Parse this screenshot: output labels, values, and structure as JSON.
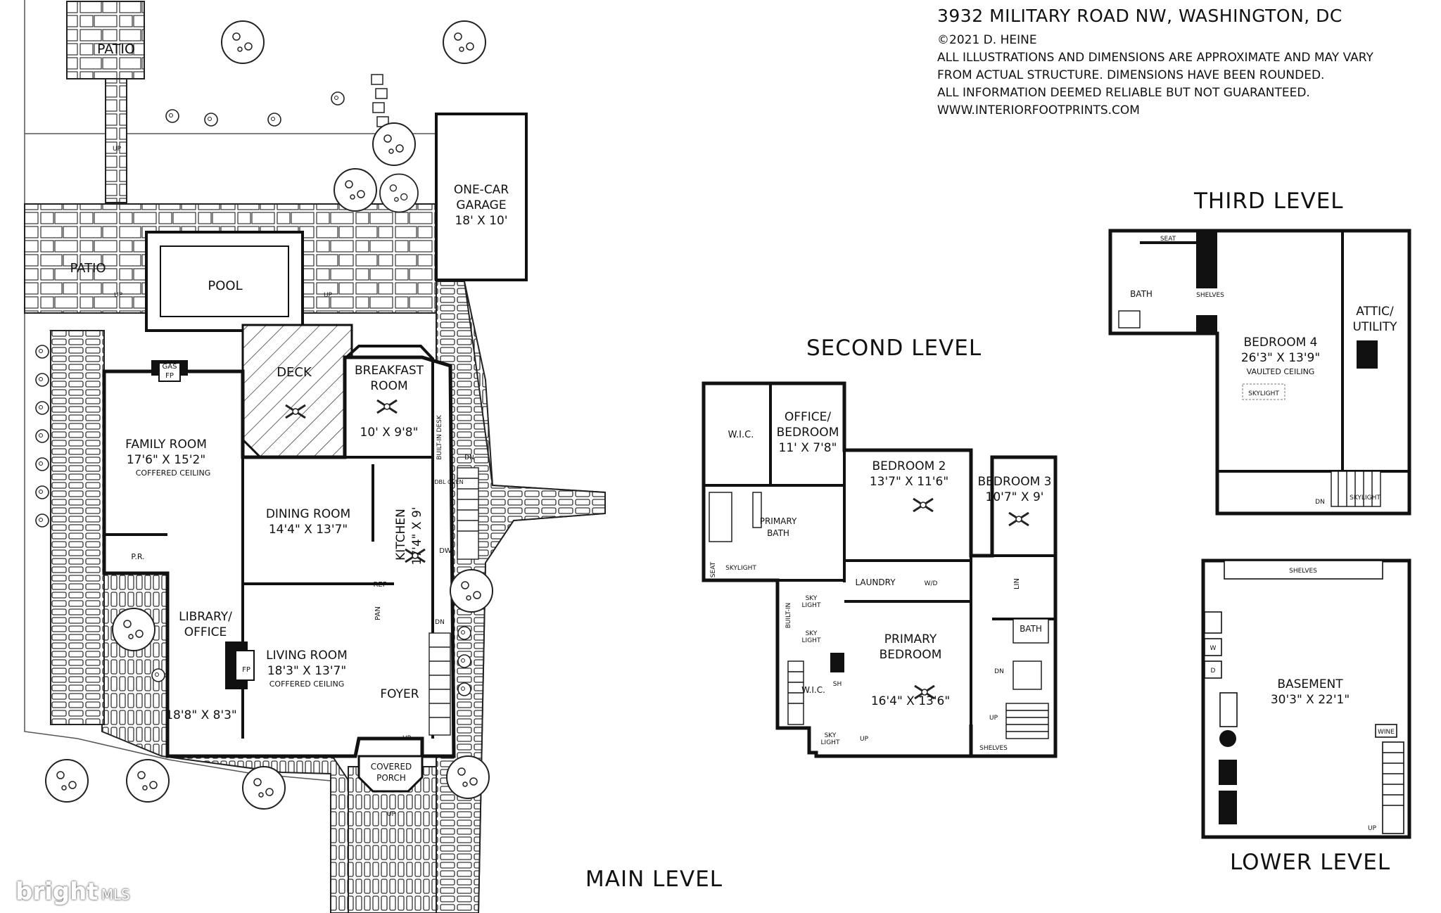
{
  "header": {
    "address": "3932 MILITARY ROAD NW, WASHINGTON, DC",
    "copyright": "©2021 D. HEINE",
    "disclaimer_1": "ALL ILLUSTRATIONS AND DIMENSIONS ARE APPROXIMATE AND MAY VARY",
    "disclaimer_2": "FROM ACTUAL STRUCTURE. DIMENSIONS HAVE BEEN ROUNDED.",
    "disclaimer_3": "ALL INFORMATION DEEMED RELIABLE BUT NOT GUARANTEED.",
    "website": "WWW.INTERIORFOOTPRINTS.COM"
  },
  "levels": {
    "main": "MAIN LEVEL",
    "second": "SECOND LEVEL",
    "third": "THIRD LEVEL",
    "lower": "LOWER LEVEL"
  },
  "main_level": {
    "patio_top": "PATIO",
    "patio_left": "PATIO",
    "pool": "POOL",
    "garage_1": "ONE-CAR",
    "garage_2": "GARAGE",
    "garage_dim": "18' X 10'",
    "deck": "DECK",
    "breakfast_1": "BREAKFAST",
    "breakfast_2": "ROOM",
    "breakfast_dim": "10' X 9'8\"",
    "gas": "GAS",
    "fp": "FP",
    "family": "FAMILY ROOM",
    "family_dim": "17'6\" X 15'2\"",
    "family_note": "COFFERED CEILING",
    "dining": "DINING ROOM",
    "dining_dim": "14'4\" X 13'7\"",
    "kitchen": "KITCHEN",
    "kitchen_dim": "17'4\" X 9'",
    "builtin_desk": "BUILT-IN DESK",
    "dbl_oven": "DBL OVEN",
    "dw": "DW",
    "ref": "REF",
    "pan": "PAN",
    "pr": "P.R.",
    "library_1": "LIBRARY/",
    "library_2": "OFFICE",
    "library_dim": "18'8\" X 8'3\"",
    "living": "LIVING ROOM",
    "living_dim": "18'3\" X 13'7\"",
    "living_note": "COFFERED CEILING",
    "living_fp": "FP",
    "foyer": "FOYER",
    "porch_1": "COVERED",
    "porch_2": "PORCH",
    "up": "UP",
    "dn": "DN"
  },
  "second_level": {
    "wic": "W.I.C.",
    "office_1": "OFFICE/",
    "office_2": "BEDROOM",
    "office_dim": "11' X 7'8\"",
    "bed2": "BEDROOM 2",
    "bed2_dim": "13'7\" X 11'6\"",
    "bed3": "BEDROOM 3",
    "bed3_dim": "10'7\" X 9'",
    "primary_bath_1": "PRIMARY",
    "primary_bath_2": "BATH",
    "seat": "SEAT",
    "skylight": "SKYLIGHT",
    "laundry": "LAUNDRY",
    "wd": "W/D",
    "lin": "LIN",
    "bath": "BATH",
    "builtin": "BUILT-IN",
    "sky": "SKY",
    "light": "LIGHT",
    "wic2": "W.I.C.",
    "sh": "SH",
    "primary_bed_1": "PRIMARY",
    "primary_bed_2": "BEDROOM",
    "primary_bed_dim": "16'4\" X 13'6\"",
    "dn": "DN",
    "up": "UP",
    "shelves": "SHELVES"
  },
  "third_level": {
    "seat": "SEAT",
    "bath": "BATH",
    "shelves": "SHELVES",
    "bed4": "BEDROOM 4",
    "bed4_dim": "26'3\" X 13'9\"",
    "bed4_note": "VAULTED CEILING",
    "skylight": "SKYLIGHT",
    "attic_1": "ATTIC/",
    "attic_2": "UTILITY",
    "dn": "DN"
  },
  "lower_level": {
    "shelves": "SHELVES",
    "w": "W",
    "d": "D",
    "basement": "BASEMENT",
    "basement_dim": "30'3\" X 22'1\"",
    "wine": "WINE",
    "up": "UP"
  },
  "watermark": {
    "brand": "bright",
    "suffix": "MLS"
  }
}
